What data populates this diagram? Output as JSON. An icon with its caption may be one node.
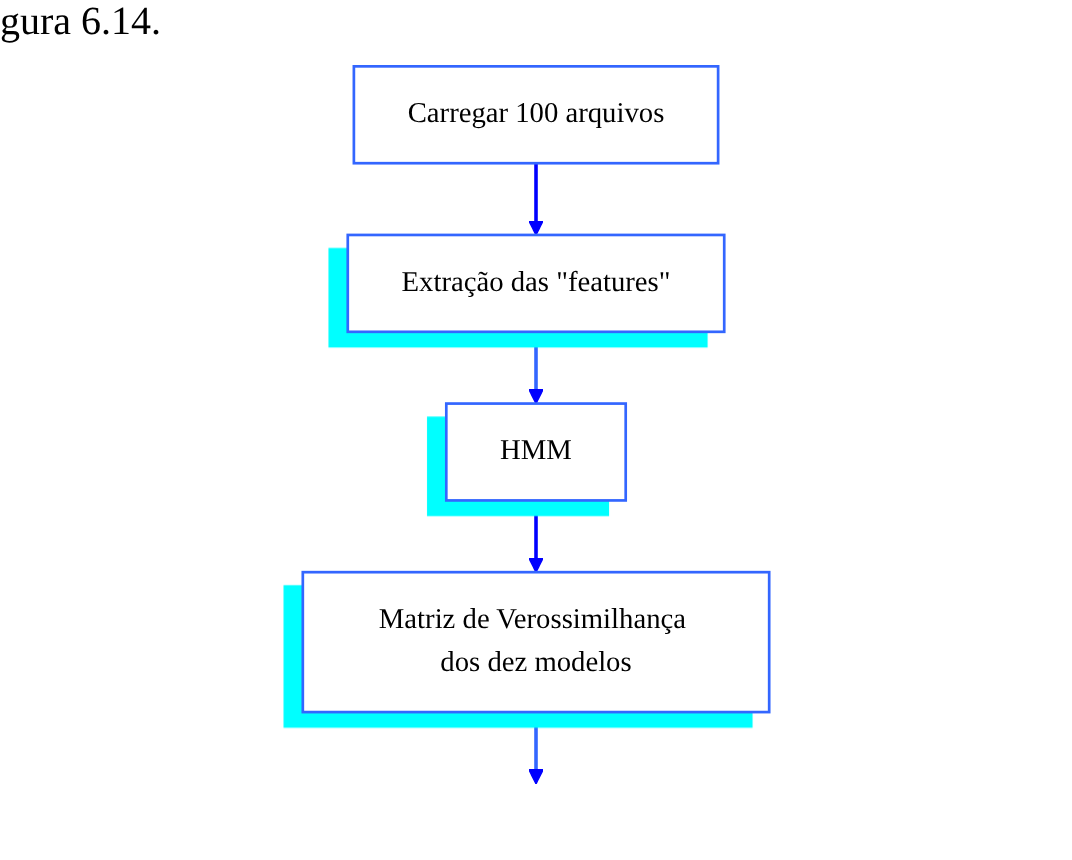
{
  "diagram": {
    "nodes": [
      {
        "text": [
          "Carregar 100 arquivos"
        ]
      },
      {
        "text": [
          "Extração das \"features\""
        ]
      },
      {
        "text": [
          "HMM"
        ]
      },
      {
        "text": [
          "Matriz de Verossimilhança dos dez modelos"
        ]
      }
    ],
    "edges": [
      {
        "from": 0,
        "to": 1,
        "arrow": "to",
        "color": "#0000ff"
      },
      {
        "from": 1,
        "to": 2,
        "arrow": "to",
        "color": "#3366ff"
      },
      {
        "from": 2,
        "to": 3,
        "arrow": "to",
        "color": "#0000ff"
      },
      {
        "from": 3,
        "to": null,
        "arrow": "to",
        "color": "#3366ff"
      }
    ],
    "labels": [
      "gura 6.14."
    ]
  }
}
